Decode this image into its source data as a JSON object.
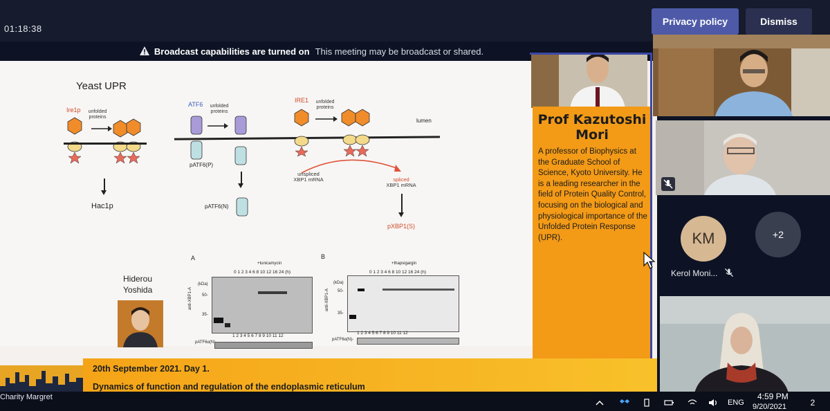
{
  "meeting": {
    "timer": "01:18:38",
    "privacy_label": "Privacy policy",
    "dismiss_label": "Dismiss",
    "notice_bold": "Broadcast capabilities are turned on",
    "notice_text": "This meeting may be broadcast or shared."
  },
  "slide": {
    "title": "Yeast UPR",
    "ire1p": "Ire1p",
    "unfolded_proteins_1": "unfolded proteins",
    "hac1p": "Hac1p",
    "atf6": "ATF6",
    "unfolded_proteins_2": "unfolded proteins",
    "patf6p": "pATF6(P)",
    "patf6n": "pATF6(N)",
    "ire1": "IRE1",
    "unfolded_proteins_3": "unfolded proteins",
    "lumen": "lumen",
    "unspliced": "unspliced",
    "unspliced_sub": "XBP1 mRNA",
    "spliced": "spliced",
    "spliced_sub": "XBP1 mRNA",
    "pxbp1s": "pXBP1(S)",
    "panel_a": "A",
    "panel_b": "B",
    "photo_name_1": "Hiderou",
    "photo_name_2": "Yoshida",
    "blot_a_treatment": "+tunicamycin",
    "blot_b_treatment": "+thapsigargin",
    "blot_kda": "(kDa)",
    "blot_50": "50-",
    "blot_35": "35-",
    "blot_hours_a": "0  1  2  3  4  6  8  10 12 16 24  (h)",
    "blot_hours_b": "0  1  2  3  4  6  8  10 12 16 24  (h)",
    "blot_lanes_a": "1  2  3  4  5  6  7  8  9  10 11 12",
    "blot_lanes_b": "1  2  3  4  5  6  7  8  9  10 11 12",
    "blot_ab_a": "anti-XBP1-A",
    "blot_ab_b": "anti-XBP1-A",
    "blot_patf6_a": "pATF6α(N)",
    "blot_patf6_b": "pATF6α(N)-",
    "footer_line1": "20th September 2021. Day 1.",
    "footer_line2": "Dynamics of function and regulation of the endoplasmic reticulum"
  },
  "speaker": {
    "name": "Prof Kazutoshi Mori",
    "bio": "A professor of Biophysics at the Graduate School of Science, Kyoto University. He is a leading researcher in the field of Protein Quality Control, focusing on the biological and physiological importance of the Unfolded Protein Response (UPR)."
  },
  "participants": {
    "avatar_initials": "KM",
    "avatar_name": "Kerol Moni...",
    "more": "+2"
  },
  "taskbar": {
    "user": "Charity Margret",
    "lang": "ENG",
    "time": "4:59 PM",
    "date": "9/20/2021",
    "notif": "2"
  }
}
